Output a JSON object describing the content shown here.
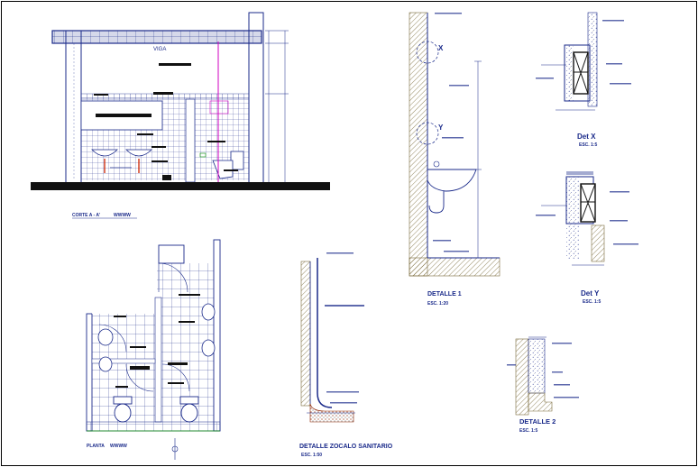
{
  "section_a": {
    "beam_label": "VIGA",
    "title": "CORTE A - A' ",
    "title_suffix": "WWWW"
  },
  "detail_x": {
    "title": "Det X",
    "scale": "ESC. 1:5",
    "label_x": "X"
  },
  "detail_y": {
    "title": "Det Y",
    "scale": "ESC. 1:5",
    "label_y": "Y"
  },
  "detail_1": {
    "title": "DETALLE 1",
    "scale": "ESC. 1:20"
  },
  "detail_2": {
    "title": "DETALLE 2",
    "scale": "ESC. 1:5"
  },
  "baseboard_detail": {
    "title": "DETALLE ZOCALO SANITARIO",
    "scale": "ESC. 1:50"
  },
  "plan": {
    "title": "PLANTA",
    "title_suffix": "WWWW"
  },
  "colors": {
    "ink": "#1a2a8a",
    "black": "#000000",
    "magenta": "#d000c0",
    "red": "#cc2200",
    "green": "#008800",
    "hatch": "#7a6a3a"
  }
}
